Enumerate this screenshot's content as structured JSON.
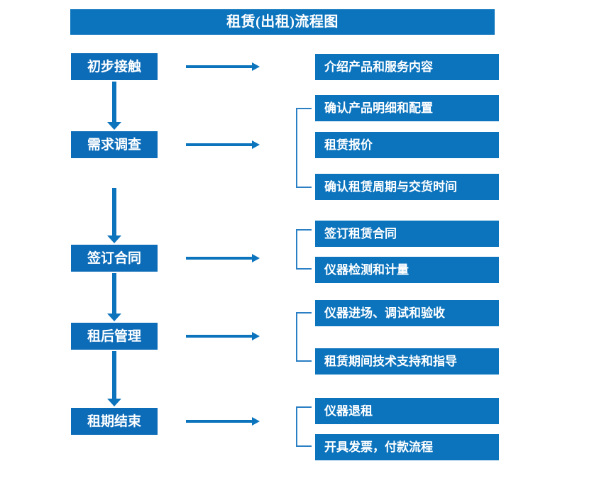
{
  "diagram": {
    "title": "租赁(出租)流程图",
    "colors": {
      "primary_blue": "#0c74bd",
      "box_blue": "#0c6cb8",
      "bracket_blue": "#2b7fc4",
      "text_white": "#ffffff",
      "background": "#ffffff"
    },
    "stages": [
      {
        "id": "stage-1",
        "label": "初步接触"
      },
      {
        "id": "stage-2",
        "label": "需求调查"
      },
      {
        "id": "stage-3",
        "label": "签订合同"
      },
      {
        "id": "stage-4",
        "label": "租后管理"
      },
      {
        "id": "stage-5",
        "label": "租期结束"
      }
    ],
    "details": [
      {
        "id": "detail-1",
        "label": "介绍产品和服务内容",
        "group": 1
      },
      {
        "id": "detail-2",
        "label": "确认产品明细和配置",
        "group": 2
      },
      {
        "id": "detail-3",
        "label": "租赁报价",
        "group": 2
      },
      {
        "id": "detail-4",
        "label": "确认租赁周期与交货时间",
        "group": 2
      },
      {
        "id": "detail-5",
        "label": "签订租赁合同",
        "group": 3
      },
      {
        "id": "detail-6",
        "label": "仪器检测和计量",
        "group": 3
      },
      {
        "id": "detail-7",
        "label": "仪器进场、调试和验收",
        "group": 4
      },
      {
        "id": "detail-8",
        "label": "租赁期间技术支持和指导",
        "group": 4
      },
      {
        "id": "detail-9",
        "label": "仪器退租",
        "group": 5
      },
      {
        "id": "detail-10",
        "label": "开具发票，付款流程",
        "group": 5
      }
    ],
    "flow_connectors": {
      "vertical_arrow_count": 4,
      "horizontal_arrow_count": 5,
      "bracket_count": 4
    }
  }
}
